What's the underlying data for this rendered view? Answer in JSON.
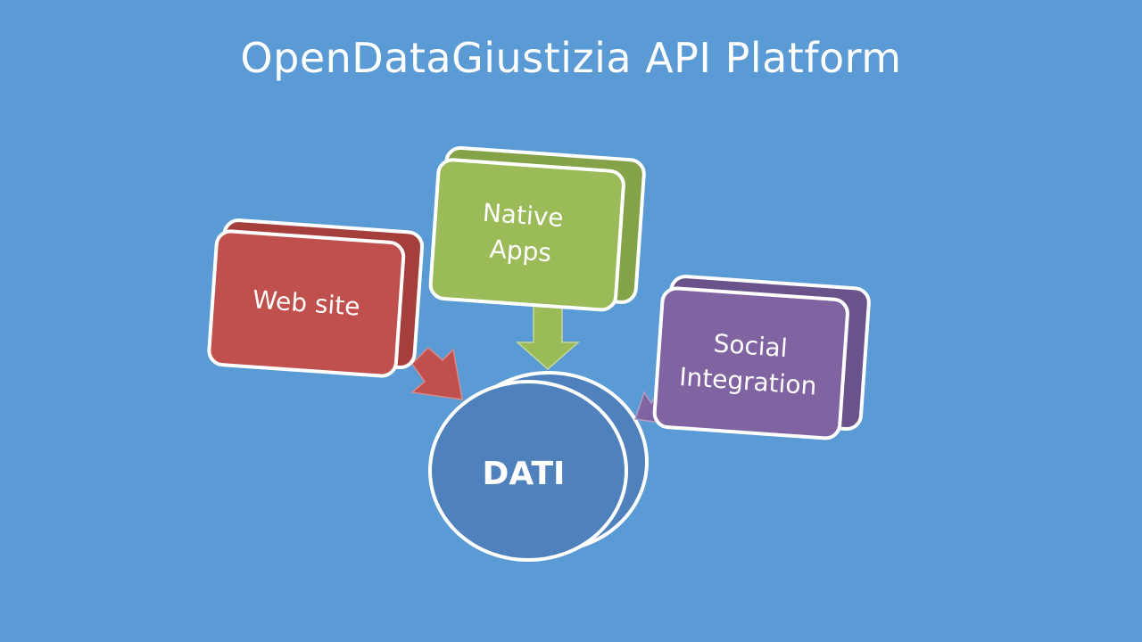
{
  "title": "OpenDataGiustizia API Platform",
  "center": {
    "label": "DATI",
    "color": "#4f81bd"
  },
  "nodes": [
    {
      "id": "web-site",
      "lines": [
        "Web site"
      ],
      "color": "#c0504d",
      "side_color": "#a43f3c"
    },
    {
      "id": "native-apps",
      "lines": [
        "Native",
        "Apps"
      ],
      "color": "#9bbb59",
      "side_color": "#84a247"
    },
    {
      "id": "social-integration",
      "lines": [
        "Social",
        "Integration"
      ],
      "color": "#8064a2",
      "side_color": "#6a528b"
    }
  ],
  "colors": {
    "background": "#5b9bd5",
    "outline": "#ffffff"
  }
}
